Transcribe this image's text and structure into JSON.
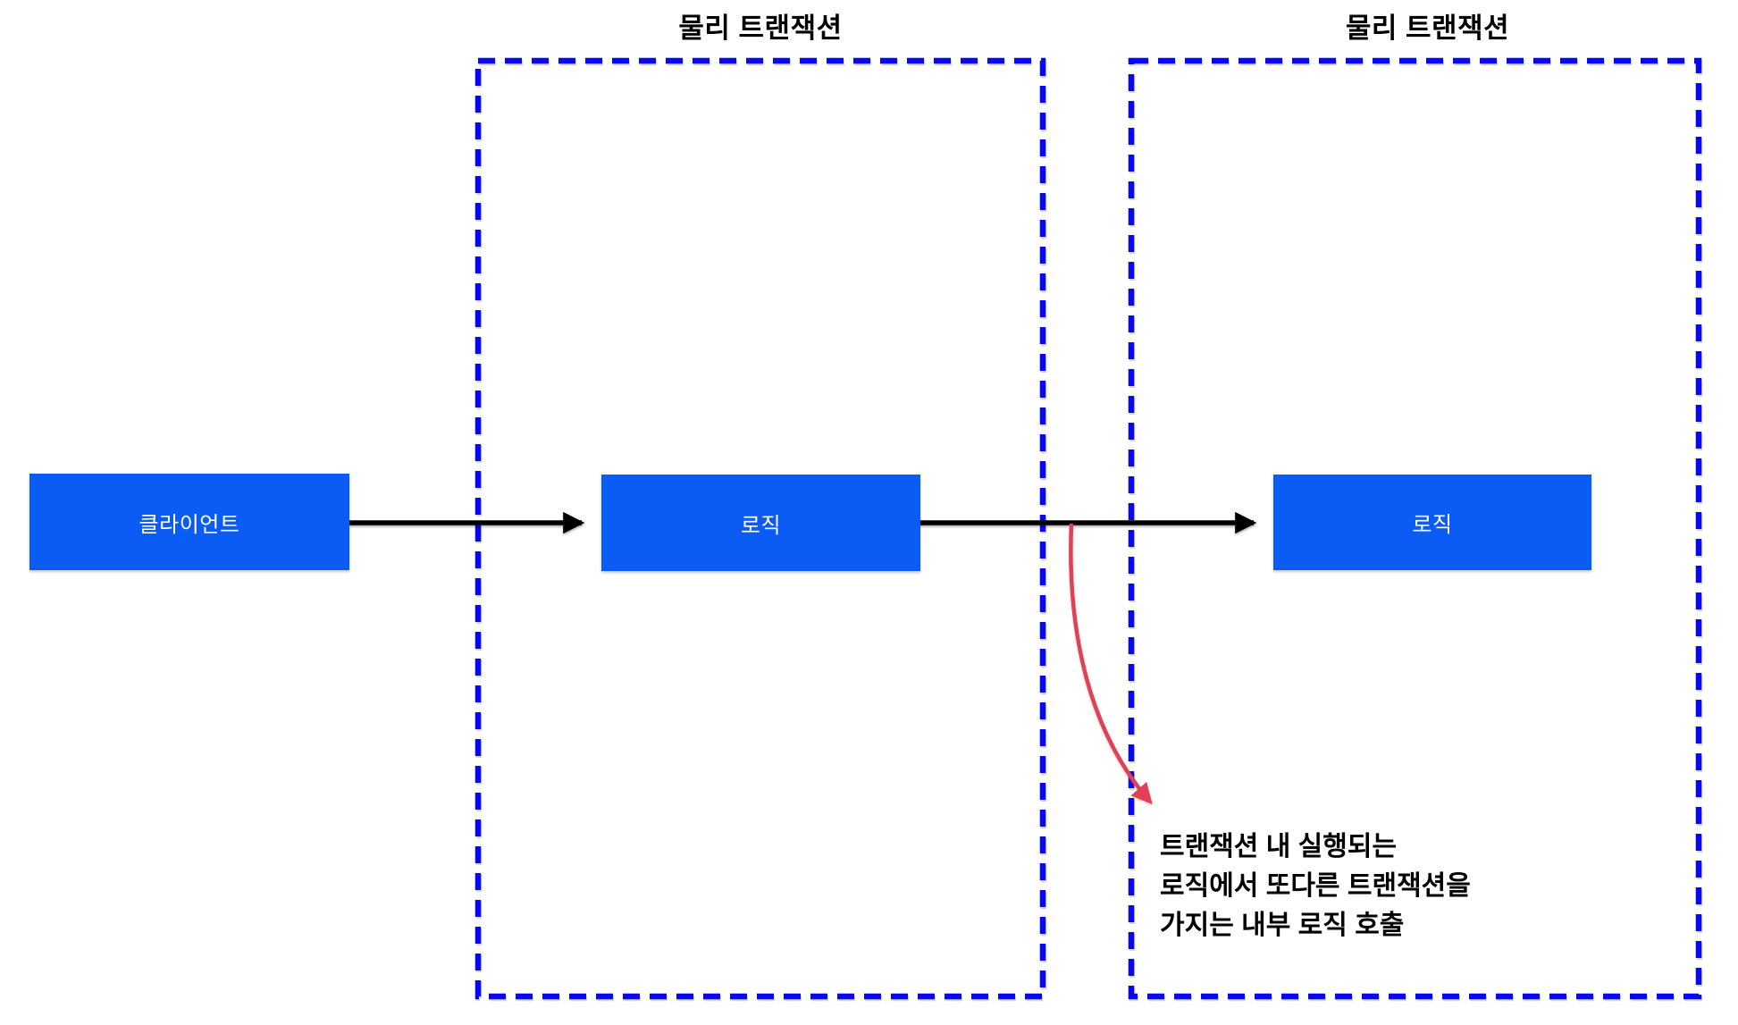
{
  "diagram": {
    "containers": [
      {
        "title": "물리 트랜잭션"
      },
      {
        "title": "물리 트랜잭션"
      }
    ],
    "nodes": [
      {
        "id": "client",
        "label": "클라이언트"
      },
      {
        "id": "logic-outer",
        "label": "로직"
      },
      {
        "id": "logic-inner",
        "label": "로직"
      }
    ],
    "annotation": {
      "lines": [
        "트랜잭션 내 실행되는",
        "로직에서 또다른 트랜잭션을",
        "가지는 내부 로직 호출"
      ]
    },
    "colors": {
      "node_fill": "#0b5bf5",
      "node_text": "#ffffff",
      "boundary_blue": "#0708ef",
      "arrow_black": "#000000",
      "callout_red": "#e04255",
      "title_text": "#000000"
    }
  }
}
